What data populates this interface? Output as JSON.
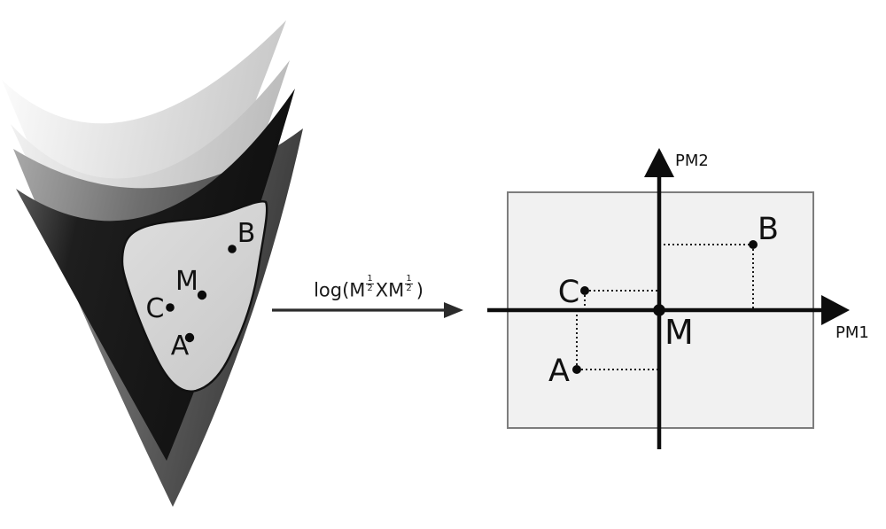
{
  "manifold": {
    "points": [
      {
        "label": "A"
      },
      {
        "label": "B"
      },
      {
        "label": "C"
      },
      {
        "label": "M"
      }
    ]
  },
  "mapping_arrow": {
    "prefix": "log(M",
    "frac_num": "1",
    "frac_den": "2",
    "middle": "XM",
    "suffix": ")"
  },
  "tangent_plane": {
    "x_axis_label": "PM1",
    "y_axis_label": "PM2",
    "points": [
      {
        "label": "A"
      },
      {
        "label": "B"
      },
      {
        "label": "C"
      },
      {
        "label": "M"
      }
    ]
  },
  "colors": {
    "background": "#ffffff",
    "layer1_from": "#fdfdfd",
    "layer1_to": "#c6c6c6",
    "layer2_from": "#f3f3f3",
    "layer2_to": "#b9b9b9",
    "layer3_from": "#ababab",
    "layer3_mid": "#6f6f6f",
    "layer3_to": "#383838",
    "layer4_from": "#6e6e6e",
    "layer4_mid": "#1e1e1e",
    "layer4_to": "#0f0f0f",
    "region_fill": "#d6d6d6",
    "region_stroke": "#111111",
    "plane_fill": "#f1f1f1",
    "plane_stroke": "#7d7d7d",
    "axis_color": "#0d0d0d",
    "dot_color": "#0b0b0b",
    "dotted_color": "#1a1a1a",
    "arrow_color": "#2b2b2b",
    "text_color": "#111111"
  }
}
